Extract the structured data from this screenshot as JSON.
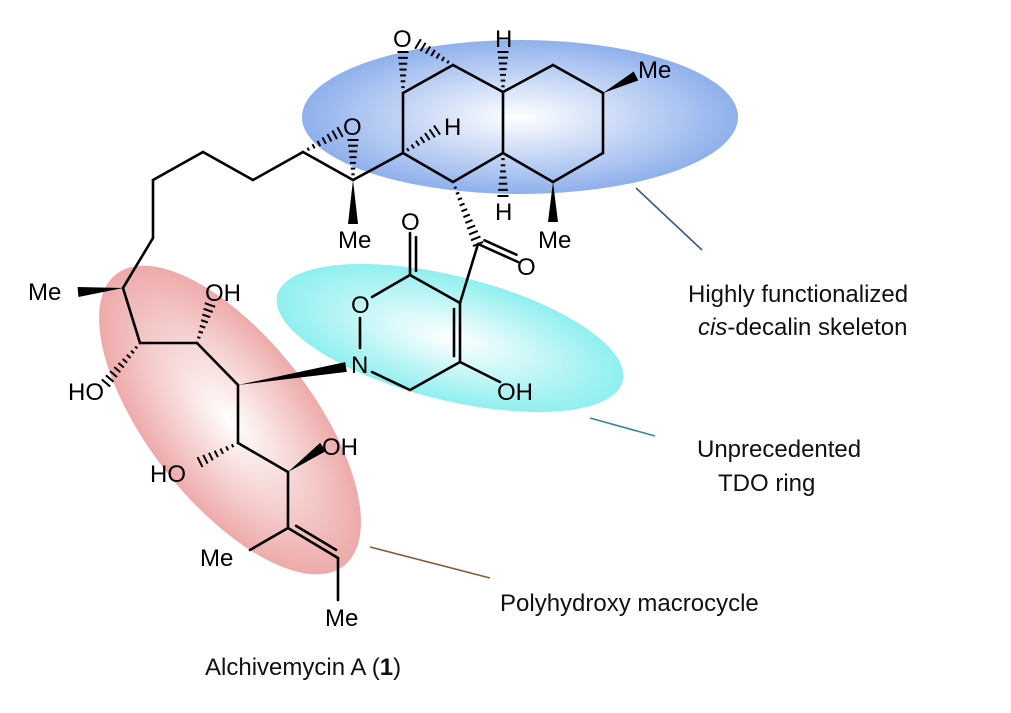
{
  "atoms": {
    "epoxide_o_ring": "O",
    "epoxide_o_side": "O",
    "h_top": "H",
    "h_mid": "H",
    "h_bottom": "H",
    "me_right": "Me",
    "me_decalin_bottom": "Me",
    "me_quaternary": "Me",
    "ketone_o": "O",
    "lactone_carbonyl_o": "O",
    "ring_o": "O",
    "ring_n": "N",
    "enol_oh": "OH",
    "me_chain": "Me",
    "oh_upper": "OH",
    "ho_left": "HO",
    "ho_lower": "HO",
    "oh_lower": "OH",
    "me_alkene": "Me",
    "me_terminal": "Me"
  },
  "annotations": {
    "decalin_line1": "Highly functionalized",
    "decalin_line2_italic": "cis",
    "decalin_line2_rest": "-decalin skeleton",
    "tdo_line1": "Unprecedented",
    "tdo_line2": "TDO ring",
    "macrocycle": "Polyhydroxy macrocycle"
  },
  "caption": {
    "name": "Alchivemycin A (",
    "number": "1",
    "close": ")"
  },
  "colors": {
    "decalin_highlight": "#8fb0ec",
    "tdo_highlight": "#8fefef",
    "macrocycle_highlight": "#eeaaaa",
    "decalin_leader": "#3a5a8a",
    "tdo_leader": "#3a8a8a",
    "macrocycle_leader": "#8a5a2a"
  }
}
